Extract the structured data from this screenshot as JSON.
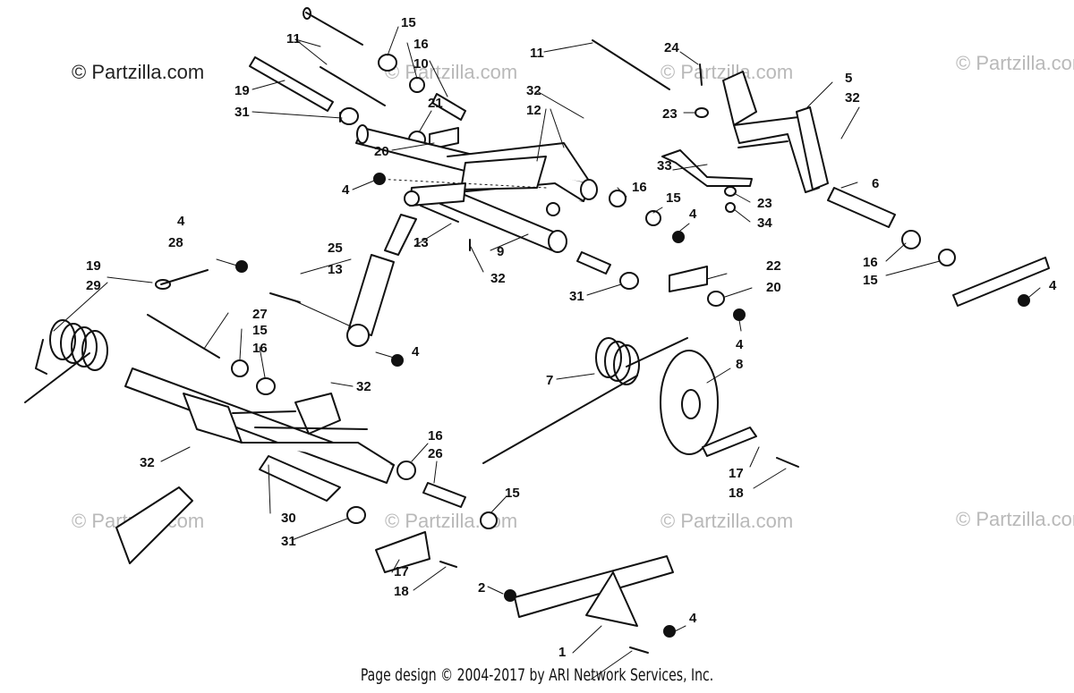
{
  "copyright_watermark": "© Partzilla.com",
  "footer": "Page design © 2004-2017 by ARI Network Services, Inc.",
  "callouts": [
    "1",
    "2",
    "4",
    "5",
    "6",
    "7",
    "8",
    "9",
    "10",
    "11",
    "12",
    "13",
    "15",
    "16",
    "17",
    "18",
    "19",
    "20",
    "21",
    "22",
    "23",
    "24",
    "25",
    "26",
    "27",
    "28",
    "29",
    "30",
    "31",
    "32",
    "33",
    "34"
  ]
}
